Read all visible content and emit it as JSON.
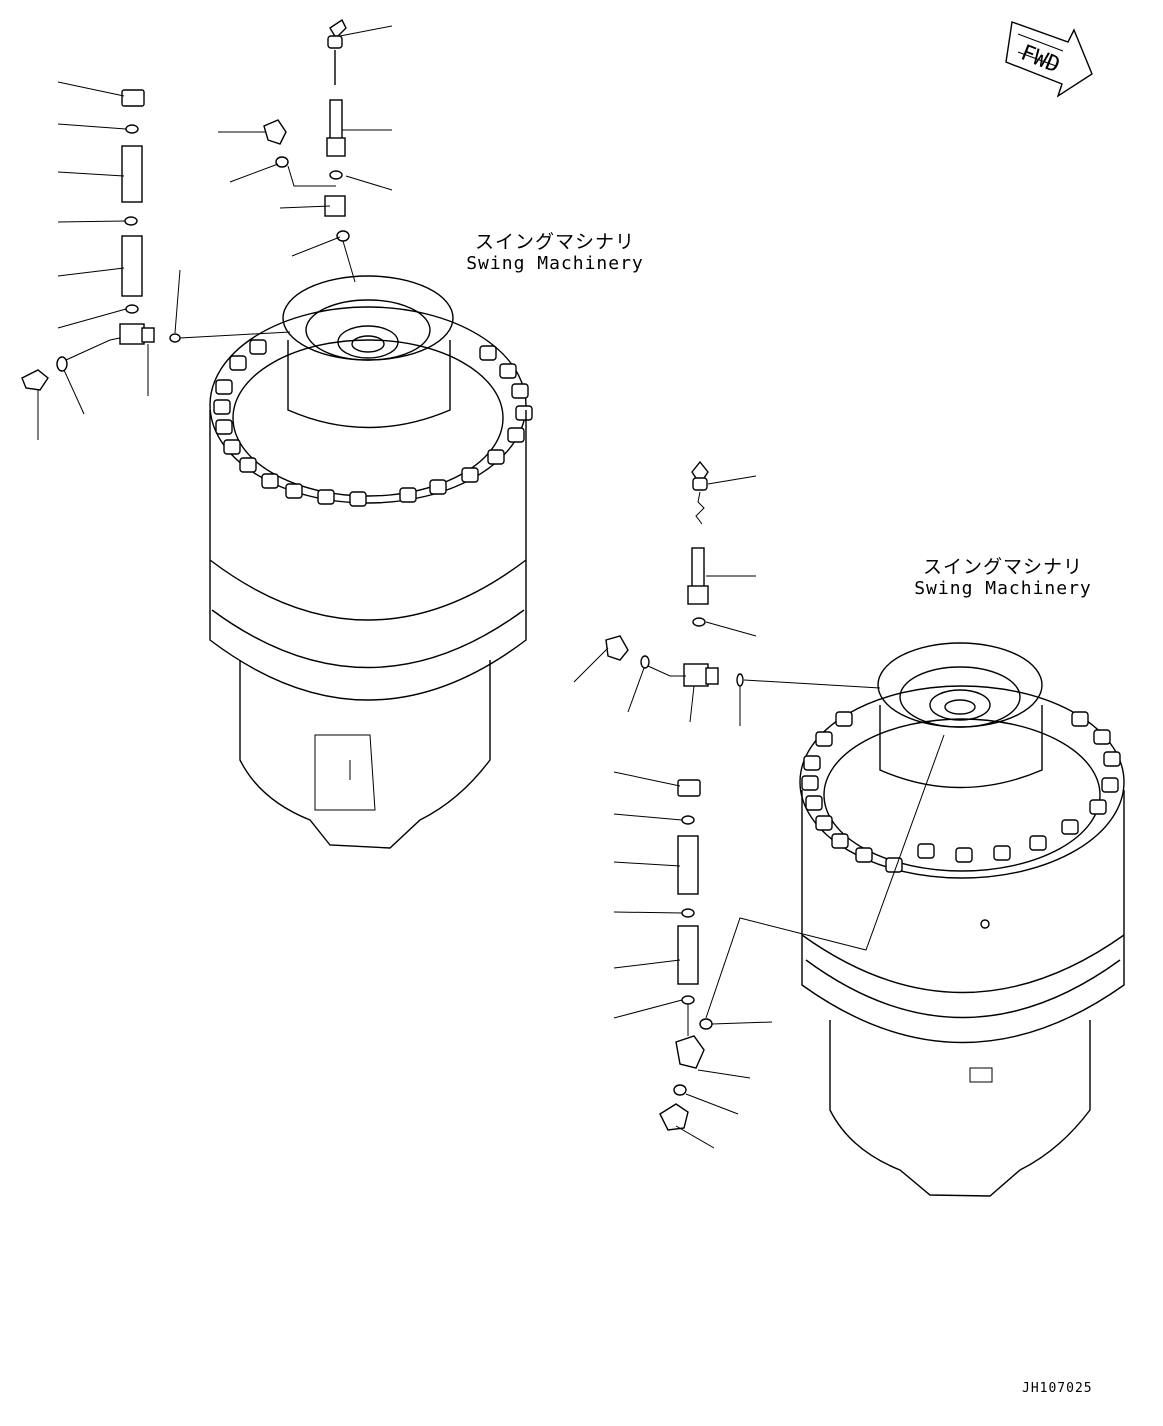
{
  "labels": {
    "swing_machinery_1": {
      "jp": "スイングマシナリ",
      "en": "Swing Machinery"
    },
    "swing_machinery_2": {
      "jp": "スイングマシナリ",
      "en": "Swing Machinery"
    }
  },
  "fwd_indicator": "FWD",
  "drawing_number": "JH107025"
}
